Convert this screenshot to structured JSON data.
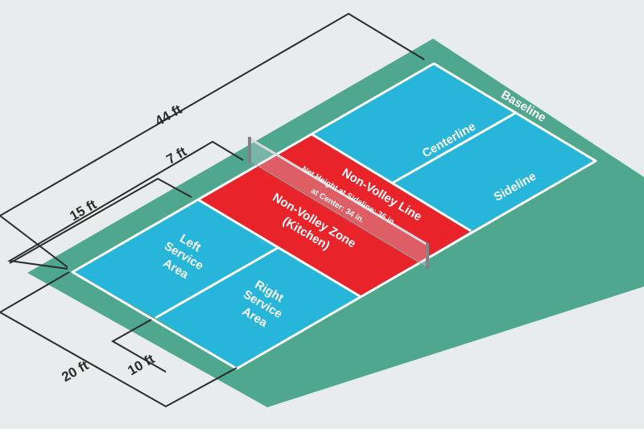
{
  "labels": {
    "baseline": "Baseline",
    "centerline": "Centerline",
    "sideline": "Sideline",
    "non_volley_line": "Non-Volley Line",
    "nvz_line1": "Non-Volley Zone",
    "nvz_line2": "(Kitchen)",
    "left_line1": "Left",
    "left_line2": "Service",
    "left_line3": "Area",
    "right_line1": "Right",
    "right_line2": "Service",
    "right_line3": "Area",
    "net_line1": "Net Height at Sideline: 36 in.",
    "net_line2": "at Center: 34 in."
  },
  "dimensions": {
    "length": "44 ft",
    "kitchen_depth": "7 ft",
    "service_depth": "15 ft",
    "width": "20 ft",
    "half_width": "10 ft"
  },
  "colors": {
    "background": "#e9ecec",
    "surround": "#4fa88e",
    "service_area": "#27b5d9",
    "kitchen": "#e8232a",
    "lines": "#ffffff",
    "dimension_lines": "#2b2b2b",
    "net": "#bfc3c5"
  }
}
